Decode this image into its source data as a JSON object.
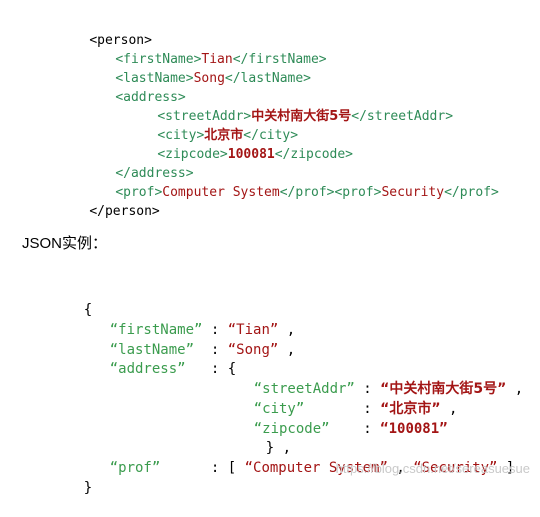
{
  "xml": {
    "person_open": "<person>",
    "firstName_open": "<firstName>",
    "firstName_val": "Tian",
    "firstName_close": "</firstName>",
    "lastName_open": "<lastName>",
    "lastName_val": "Song",
    "lastName_close": "</lastName>",
    "address_open": "<address>",
    "streetAddr_open": "<streetAddr>",
    "streetAddr_val": "中关村南大街5号",
    "streetAddr_close": "</streetAddr>",
    "city_open": "<city>",
    "city_val": "北京市",
    "city_close": "</city>",
    "zipcode_open": "<zipcode>",
    "zipcode_val": "100081",
    "zipcode_close": "</zipcode>",
    "address_close": "</address>",
    "prof_open_1": "<prof>",
    "prof_val_1": "Computer System",
    "prof_close_1": "</prof>",
    "prof_open_2": "<prof>",
    "prof_val_2": "Security",
    "prof_close_2": "</prof>",
    "person_close": "</person>"
  },
  "heading": "JSON实例：",
  "json": {
    "brace_open": "{",
    "firstName_key": "“firstName”",
    "firstName_sep": " : ",
    "firstName_val": "“Tian”",
    "firstName_end": " ,",
    "lastName_key": "“lastName”",
    "lastName_sep": "  : ",
    "lastName_val": "“Song”",
    "lastName_end": " ,",
    "address_key": "“address”",
    "address_sep": "   : {",
    "streetAddr_key": "“streetAddr”",
    "streetAddr_sep": " : ",
    "streetAddr_val": "“中关村南大街5号”",
    "streetAddr_end": " ,",
    "city_key": "“city”",
    "city_sep": "       : ",
    "city_val": "“北京市”",
    "city_end": " ,",
    "zipcode_key": "“zipcode”",
    "zipcode_sep": "    : ",
    "zipcode_val": "“100081”",
    "address_close": "} ,",
    "prof_key": "“prof”",
    "prof_sep": "      : [ ",
    "prof_val_1": "“Computer System”",
    "prof_mid": " , ",
    "prof_val_2": "“Security”",
    "prof_end": " ]",
    "brace_close": "}"
  },
  "watermark": "https://blog.csdn.net/sereasuesue"
}
